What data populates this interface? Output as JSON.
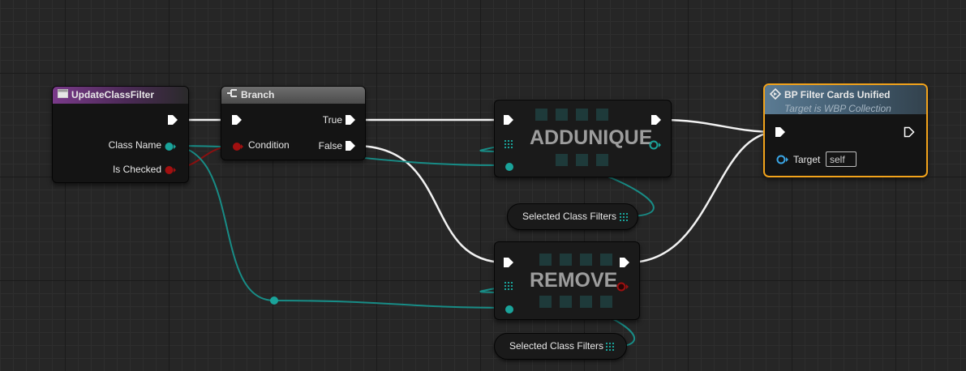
{
  "nodes": {
    "update": {
      "title": "UpdateClassFilter",
      "pin_class_name": "Class Name",
      "pin_is_checked": "Is Checked"
    },
    "branch": {
      "title": "Branch",
      "pin_condition": "Condition",
      "pin_true": "True",
      "pin_false": "False"
    },
    "add_unique": {
      "title": "ADDUNIQUE"
    },
    "remove": {
      "title": "REMOVE"
    },
    "get_filters_1": {
      "label": "Selected Class Filters"
    },
    "get_filters_2": {
      "label": "Selected Class Filters"
    },
    "filter_cards": {
      "title": "BP Filter Cards Unified",
      "subtitle": "Target is WBP Collection",
      "pin_target": "Target",
      "target_value": "self"
    }
  },
  "colors": {
    "exec_wire": "#ffffff",
    "array_wire": "#1aa39a",
    "bool_pin": "#9e1010",
    "object_pin": "#3aa6e6",
    "selection_outline": "#f2a31b"
  },
  "icons": [
    "function-icon",
    "branch-icon",
    "call-function-icon",
    "array-grid-icon"
  ]
}
